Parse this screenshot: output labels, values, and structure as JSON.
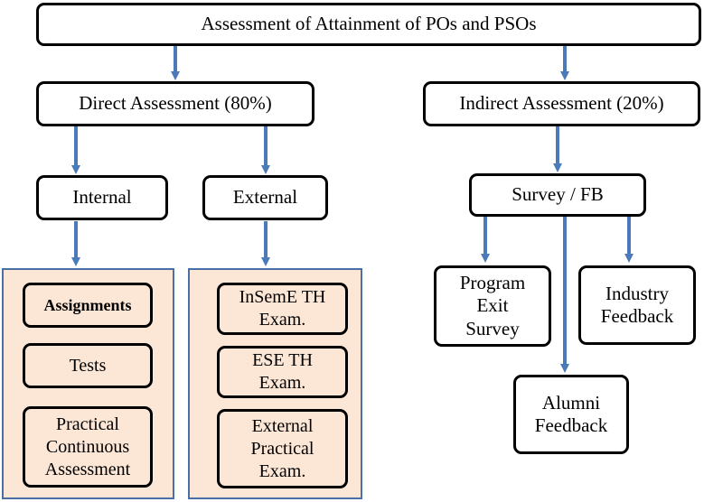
{
  "title": "Assessment of Attainment of POs and PSOs",
  "direct": "Direct Assessment (80%)",
  "indirect": "Indirect Assessment (20%)",
  "internal": "Internal",
  "external": "External",
  "survey": "Survey / FB",
  "internal_items": [
    "Assignments",
    "Tests",
    "Practical\nContinuous\nAssessment"
  ],
  "external_items": [
    "InSemE TH\nExam.",
    "ESE TH\nExam.",
    "External\nPractical\nExam."
  ],
  "program_exit": "Program\nExit\nSurvey",
  "industry": "Industry\nFeedback",
  "alumni": "Alumni\nFeedback",
  "colors": {
    "arrow": "#4a7ab8",
    "panel_fill": "#fce6d6",
    "panel_border": "#4a6fa5"
  }
}
